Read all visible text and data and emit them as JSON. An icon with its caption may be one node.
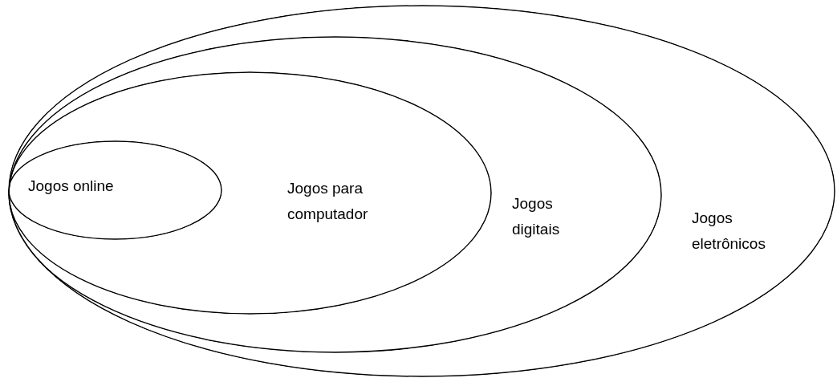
{
  "diagram": {
    "nodes": [
      {
        "text": [
          "Jogos eletrônicos"
        ]
      },
      {
        "text": [
          "Jogos digitais"
        ],
        "in": 0
      },
      {
        "text": [
          "Jogos para computador"
        ],
        "in": 1
      },
      {
        "text": [
          "Jogos online"
        ],
        "in": 2
      }
    ]
  }
}
